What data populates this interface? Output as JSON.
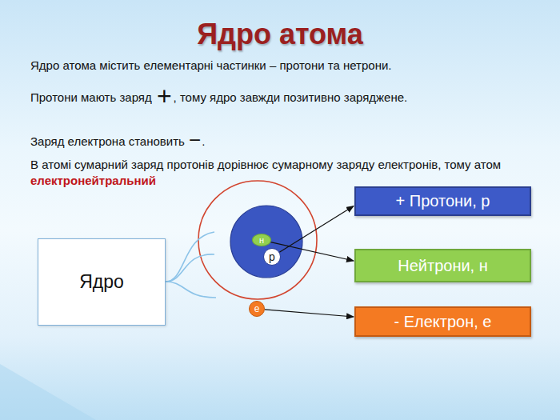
{
  "diagram": {
    "title": "Ядро атома",
    "nodes": [
      {
        "text": [
          "+ Протони, р"
        ]
      },
      {
        "text": [
          "н"
        ]
      },
      {
        "text": [
          "р"
        ]
      },
      {
        "text": [
          "Нейтрони, н"
        ]
      },
      {
        "text": [
          "Ядро"
        ]
      },
      {
        "text": [
          "е"
        ]
      },
      {
        "text": [
          "- Електрон, е"
        ]
      }
    ],
    "edges": [
      {
        "from": 2,
        "to": 0,
        "arrow": "to"
      },
      {
        "from": 1,
        "to": 3,
        "arrow": "to"
      },
      {
        "from": 5,
        "to": 6,
        "arrow": "to"
      }
    ],
    "labels": [
      "Ядро атома містить елементарні частинки – протони та нетрони.",
      "Протони мають заряд",
      "+",
      ", тому ядро завжди позитивно заряджене.",
      "Заряд електрона становить",
      "−",
      ".",
      "В атомі сумарний заряд протонів дорівнює сумарному заряду електронів, тому атом",
      "електронейтральний"
    ]
  }
}
